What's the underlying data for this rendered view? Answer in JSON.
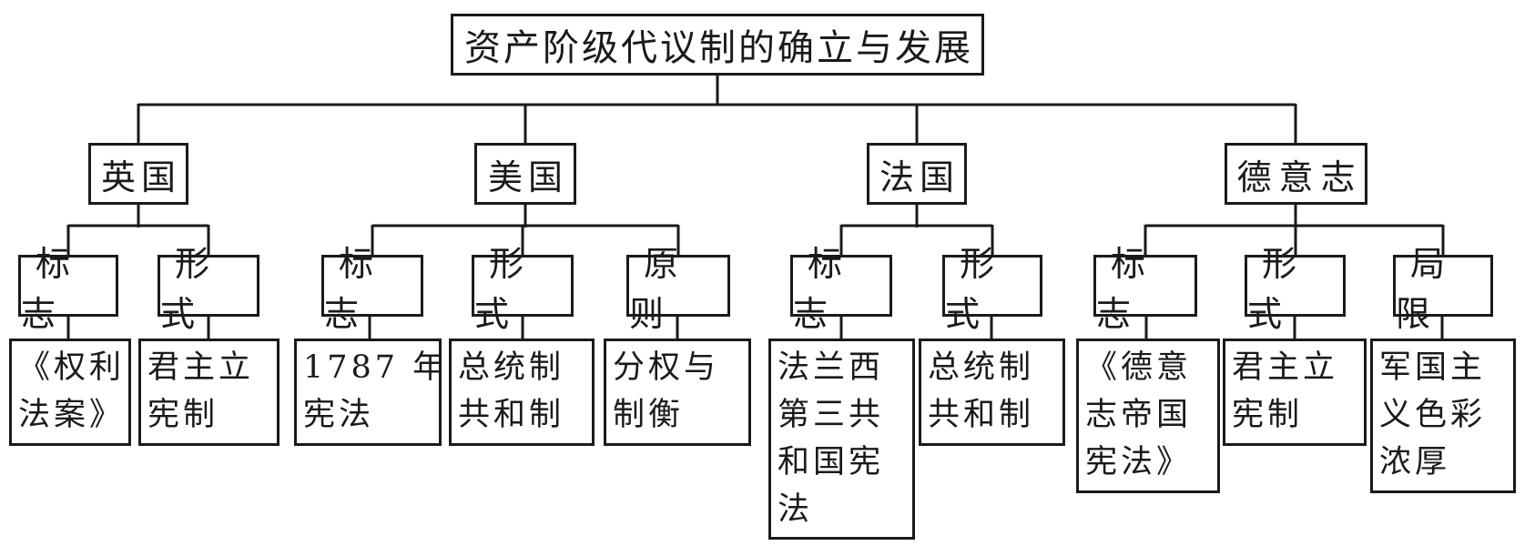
{
  "diagram": {
    "title": "资产阶级代议制的确立与发展",
    "colors": {
      "line": "#1a1a1a",
      "background": "#ffffff"
    },
    "countries": [
      {
        "name": "英国",
        "items": [
          {
            "label": "标志",
            "value": "《权利\n法案》"
          },
          {
            "label": "形式",
            "value": "君主立\n宪制"
          }
        ]
      },
      {
        "name": "美国",
        "items": [
          {
            "label": "标志",
            "value": "1787 年\n宪法"
          },
          {
            "label": "形式",
            "value": "总统制\n共和制"
          },
          {
            "label": "原则",
            "value": "分权与\n制衡"
          }
        ]
      },
      {
        "name": "法国",
        "items": [
          {
            "label": "标志",
            "value": "法兰西\n第三共\n和国宪\n法"
          },
          {
            "label": "形式",
            "value": "总统制\n共和制"
          }
        ]
      },
      {
        "name": "德意志",
        "items": [
          {
            "label": "标志",
            "value": "《德意\n志帝国\n宪法》"
          },
          {
            "label": "形式",
            "value": "君主立\n宪制"
          },
          {
            "label": "局限",
            "value": "军国主\n义色彩\n浓厚"
          }
        ]
      }
    ]
  }
}
